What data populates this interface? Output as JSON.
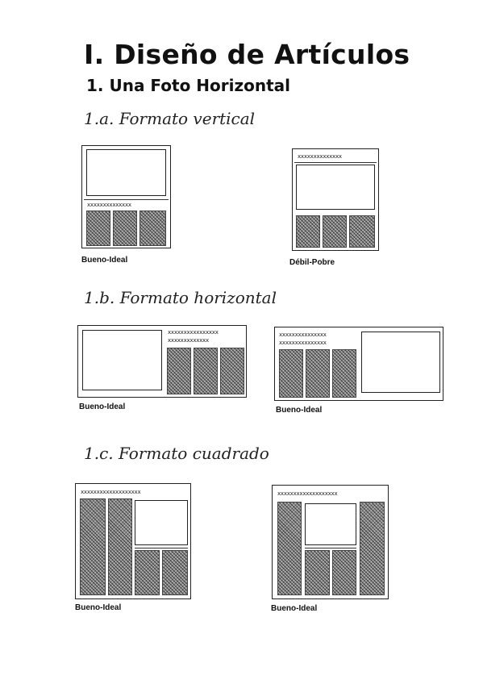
{
  "title": "I. Diseño de Artículos",
  "subtitle": "1. Una Foto Horizontal",
  "sections": {
    "a": {
      "heading": "1.a. Formato vertical",
      "left_caption": "Bueno-Ideal",
      "right_caption": "Débil-Pobre",
      "left_headline": "xxxxxxxxxxxxxx",
      "right_headline": "xxxxxxxxxxxxxx"
    },
    "b": {
      "heading": "1.b. Formato horizontal",
      "left_caption": "Bueno-Ideal",
      "right_caption": "Bueno-Ideal",
      "left_headline_1": "xxxxxxxxxxxxxxxx",
      "left_headline_2": "xxxxxxxxxxxxx",
      "right_headline_1": "xxxxxxxxxxxxxxx",
      "right_headline_2": "xxxxxxxxxxxxxxx"
    },
    "c": {
      "heading": "1.c. Formato cuadrado",
      "left_caption": "Bueno-Ideal",
      "right_caption": "Bueno-Ideal",
      "left_headline": "xxxxxxxxxxxxxxxxxxx",
      "right_headline": "xxxxxxxxxxxxxxxxxxx"
    }
  }
}
